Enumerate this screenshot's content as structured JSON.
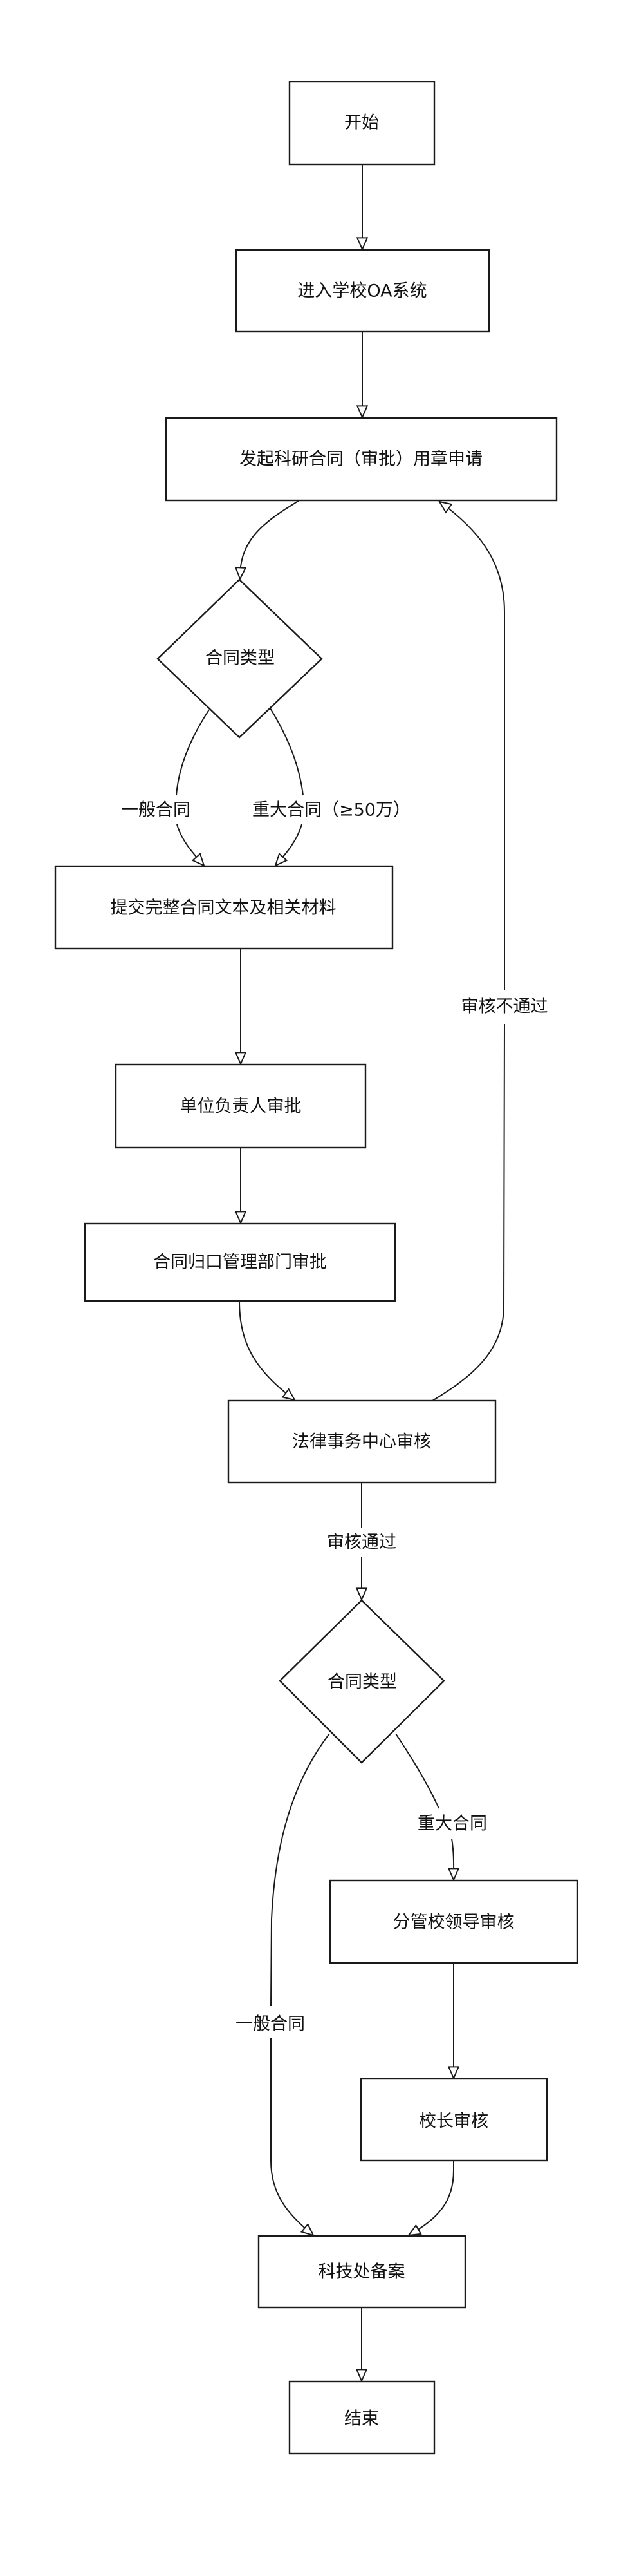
{
  "diagram": {
    "type": "flowchart",
    "direction": "top-to-bottom",
    "nodes": {
      "start": {
        "label": "开始",
        "shape": "rectangle"
      },
      "enter_oa": {
        "label": "进入学校OA系统",
        "shape": "rectangle"
      },
      "initiate": {
        "label": "发起科研合同（审批）用章申请",
        "shape": "rectangle"
      },
      "type_decision_1": {
        "label": "合同类型",
        "shape": "diamond"
      },
      "submit_materials": {
        "label": "提交完整合同文本及相关材料",
        "shape": "rectangle"
      },
      "unit_head": {
        "label": "单位负责人审批",
        "shape": "rectangle"
      },
      "dept_approval": {
        "label": "合同归口管理部门审批",
        "shape": "rectangle"
      },
      "legal_review": {
        "label": "法律事务中心审核",
        "shape": "rectangle"
      },
      "type_decision_2": {
        "label": "合同类型",
        "shape": "diamond"
      },
      "leader_review": {
        "label": "分管校领导审核",
        "shape": "rectangle"
      },
      "president_review": {
        "label": "校长审核",
        "shape": "rectangle"
      },
      "filing": {
        "label": "科技处备案",
        "shape": "rectangle"
      },
      "end": {
        "label": "结束",
        "shape": "rectangle"
      }
    },
    "edges": [
      {
        "from": "start",
        "to": "enter_oa",
        "label": ""
      },
      {
        "from": "enter_oa",
        "to": "initiate",
        "label": ""
      },
      {
        "from": "initiate",
        "to": "type_decision_1",
        "label": ""
      },
      {
        "from": "type_decision_1",
        "to": "submit_materials",
        "label": "一般合同"
      },
      {
        "from": "type_decision_1",
        "to": "submit_materials",
        "label": "重大合同（≥50万）"
      },
      {
        "from": "submit_materials",
        "to": "unit_head",
        "label": ""
      },
      {
        "from": "unit_head",
        "to": "dept_approval",
        "label": ""
      },
      {
        "from": "dept_approval",
        "to": "legal_review",
        "label": ""
      },
      {
        "from": "legal_review",
        "to": "initiate",
        "label": "审核不通过"
      },
      {
        "from": "legal_review",
        "to": "type_decision_2",
        "label": "审核通过"
      },
      {
        "from": "type_decision_2",
        "to": "leader_review",
        "label": "重大合同"
      },
      {
        "from": "type_decision_2",
        "to": "filing",
        "label": "一般合同"
      },
      {
        "from": "leader_review",
        "to": "president_review",
        "label": ""
      },
      {
        "from": "president_review",
        "to": "filing",
        "label": ""
      },
      {
        "from": "filing",
        "to": "end",
        "label": ""
      }
    ]
  },
  "edge_labels": {
    "general_1": "一般合同",
    "major_1": "重大合同（≥50万）",
    "rejected": "审核不通过",
    "approved": "审核通过",
    "major_2": "重大合同",
    "general_2": "一般合同"
  }
}
